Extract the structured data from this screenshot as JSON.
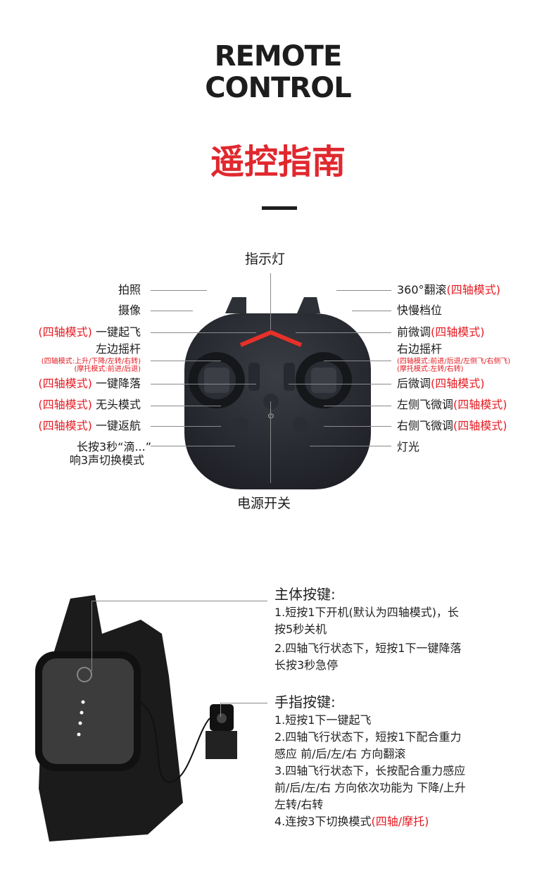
{
  "header": {
    "title_en_line1": "REMOTE",
    "title_en_line2": "CONTROL",
    "title_cn": "遥控指南"
  },
  "remote_diagram": {
    "top_label": "指示灯",
    "bottom_label": "电源开关",
    "left_labels": [
      {
        "prefix": "",
        "text": "拍照"
      },
      {
        "prefix": "",
        "text": "摄像"
      },
      {
        "prefix": "(四轴模式)",
        "text": "一键起飞"
      },
      {
        "prefix": "",
        "text": "左边摇杆",
        "sub1": "(四轴模式:上升/下降/左转/右转)",
        "sub2": "(摩托模式:前进/后退)"
      },
      {
        "prefix": "(四轴模式)",
        "text": "一键降落"
      },
      {
        "prefix": "(四轴模式)",
        "text": "无头模式"
      },
      {
        "prefix": "(四轴模式)",
        "text": "一键返航"
      },
      {
        "prefix": "",
        "text": "长按3秒“滴...”",
        "text2": "响3声切换模式"
      }
    ],
    "right_labels": [
      {
        "text": "360°翻滚",
        "suffix": "(四轴模式)"
      },
      {
        "text": "快慢档位",
        "suffix": ""
      },
      {
        "text": "前微调",
        "suffix": "(四轴模式)"
      },
      {
        "text": "右边摇杆",
        "suffix": "",
        "sub1": "(四轴模式:前进/后退/左侧飞/右侧飞)",
        "sub2": "(摩托模式:左转/右转)"
      },
      {
        "text": "后微调",
        "suffix": "(四轴模式)"
      },
      {
        "text": "左侧飞微调",
        "suffix": "(四轴模式)"
      },
      {
        "text": "右侧飞微调",
        "suffix": "(四轴模式)"
      },
      {
        "text": "灯光",
        "suffix": ""
      }
    ]
  },
  "wristband": {
    "main_key": {
      "heading": "主体按键:",
      "items": [
        "1.短按1下开机(默认为四轴模式)，长",
        "按5秒关机",
        "2.四轴飞行状态下，短按1下一键降落",
        "长按3秒急停"
      ]
    },
    "finger_key": {
      "heading": "手指按键:",
      "items": [
        "1.短按1下一键起飞",
        "2.四轴飞行状态下，短按1下配合重力",
        "感应 前/后/左/右 方向翻滚",
        "3.四轴飞行状态下，长按配合重力感应",
        "前/后/左/右 方向依次功能为 下降/上升",
        "左转/右转"
      ],
      "last_item_prefix": "4.连按3下切换模式",
      "last_item_red": "(四轴/摩托)"
    }
  },
  "colors": {
    "accent_red": "#e31c23",
    "title_red": "#e0282e",
    "text_dark": "#1d1d1d"
  }
}
